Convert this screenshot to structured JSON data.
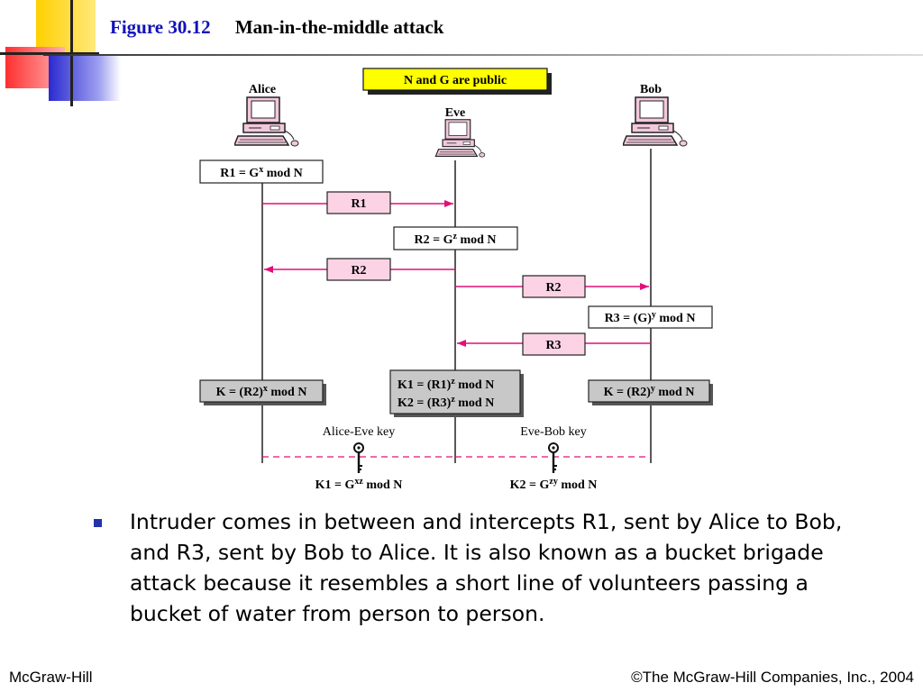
{
  "slide": {
    "figure_number": "Figure 30.12",
    "figure_title": "Man-in-the-middle attack"
  },
  "diagram": {
    "public_note": "N and G are public",
    "parties": {
      "alice": "Alice",
      "eve": "Eve",
      "bob": "Bob"
    },
    "alice_compute": {
      "base": "R1 = G",
      "exp": "x",
      "tail": " mod N"
    },
    "eve_compute": {
      "base": "R2 = G",
      "exp": "z",
      "tail": " mod N"
    },
    "bob_compute": {
      "base": "R3 = (G)",
      "exp": "y",
      "tail": " mod N"
    },
    "messages": {
      "r1": "R1",
      "r2_to_alice": "R2",
      "r2_to_bob": "R2",
      "r3": "R3"
    },
    "alice_key": {
      "base": "K = (R2)",
      "exp": "x",
      "tail": " mod N"
    },
    "eve_key_1": {
      "base": "K1 = (R1)",
      "exp": "z",
      "tail": " mod N"
    },
    "eve_key_2": {
      "base": "K2 = (R3)",
      "exp": "z",
      "tail": " mod N"
    },
    "bob_key": {
      "base": "K = (R2)",
      "exp": "y",
      "tail": " mod N"
    },
    "alice_eve_label": "Alice-Eve key",
    "eve_bob_label": "Eve-Bob key",
    "k1_final": {
      "base": "K1 = G",
      "exp": "xz",
      "tail": " mod N"
    },
    "k2_final": {
      "base": "K2 = G",
      "exp": "zy",
      "tail": " mod N"
    }
  },
  "bullet": "Intruder comes in between and intercepts R1, sent by Alice to Bob, and R3, sent by Bob to Alice. It is also known as a bucket brigade attack because it resembles a short line of volunteers passing a bucket of water from person to person.",
  "footer": {
    "left": "McGraw-Hill",
    "right": "©The McGraw-Hill Companies, Inc., 2004"
  },
  "colors": {
    "arrow": "#e0107a",
    "message_box": "#fbd3e4",
    "key_box": "#c8c8c8",
    "public_note_bg": "#ffff00",
    "title_blue": "#1111bb"
  },
  "icons": [
    "computer-icon",
    "key-icon"
  ]
}
